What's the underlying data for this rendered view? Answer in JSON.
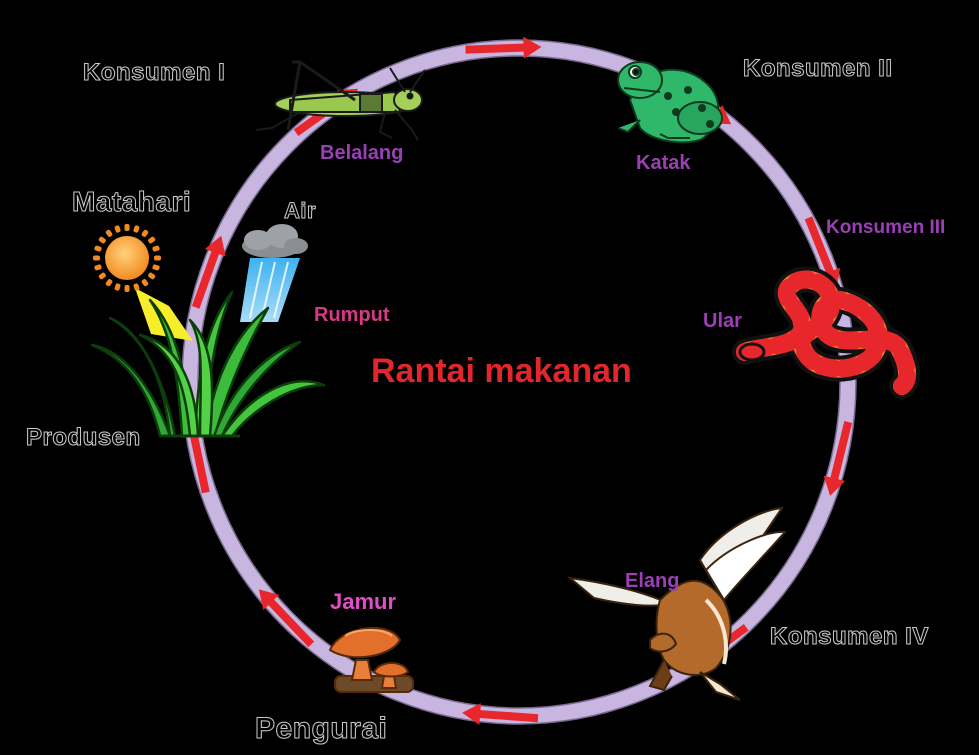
{
  "title": "Rantai makanan",
  "colors": {
    "background": "#000000",
    "ring": "#c9b6e0",
    "arrow": "#e8272c",
    "title": "#e3262b",
    "organism_label": "#9b3fb6",
    "rumput_label": "#d63a86",
    "jamur_label": "#e04ec6"
  },
  "roles": {
    "konsumen1": "Konsumen I",
    "konsumen2": "Konsumen II",
    "konsumen3": "Konsumen III",
    "konsumen4": "Konsumen IV",
    "produsen": "Produsen",
    "pengurai": "Pengurai",
    "matahari": "Matahari",
    "air": "Air"
  },
  "organisms": {
    "belalang": "Belalang",
    "katak": "Katak",
    "ular": "Ular",
    "elang": "Elang",
    "jamur": "Jamur",
    "rumput": "Rumput"
  },
  "icons": [
    "sun-icon",
    "rain-cloud-icon",
    "grass-icon",
    "grasshopper-icon",
    "frog-icon",
    "snake-icon",
    "eagle-icon",
    "mushroom-icon",
    "flow-arrow-icon"
  ]
}
